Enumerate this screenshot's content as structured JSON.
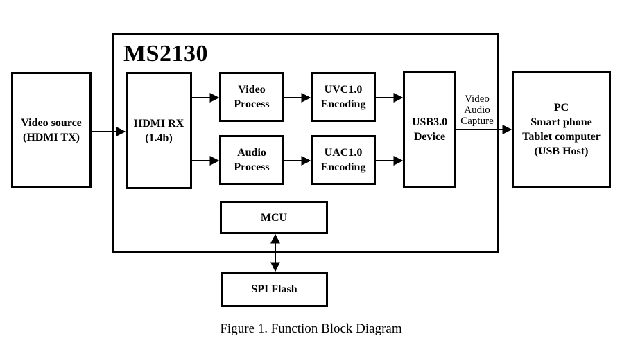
{
  "chip": {
    "title": "MS2130"
  },
  "blocks": {
    "video_source": [
      "Video source",
      "(HDMI TX)"
    ],
    "hdmi_rx": [
      "HDMI RX",
      "(1.4b)"
    ],
    "video_process": [
      "Video",
      "Process"
    ],
    "audio_process": [
      "Audio",
      "Process"
    ],
    "uvc": [
      "UVC1.0",
      "Encoding"
    ],
    "uac": [
      "UAC1.0",
      "Encoding"
    ],
    "usb_device": [
      "USB3.0",
      "Device"
    ],
    "host": [
      "PC",
      "Smart phone",
      "Tablet computer",
      "(USB Host)"
    ],
    "mcu": [
      "MCU"
    ],
    "spi_flash": [
      "SPI Flash"
    ]
  },
  "link_label": [
    "Video",
    "Audio",
    "Capture"
  ],
  "caption": "Figure 1. Function Block Diagram"
}
